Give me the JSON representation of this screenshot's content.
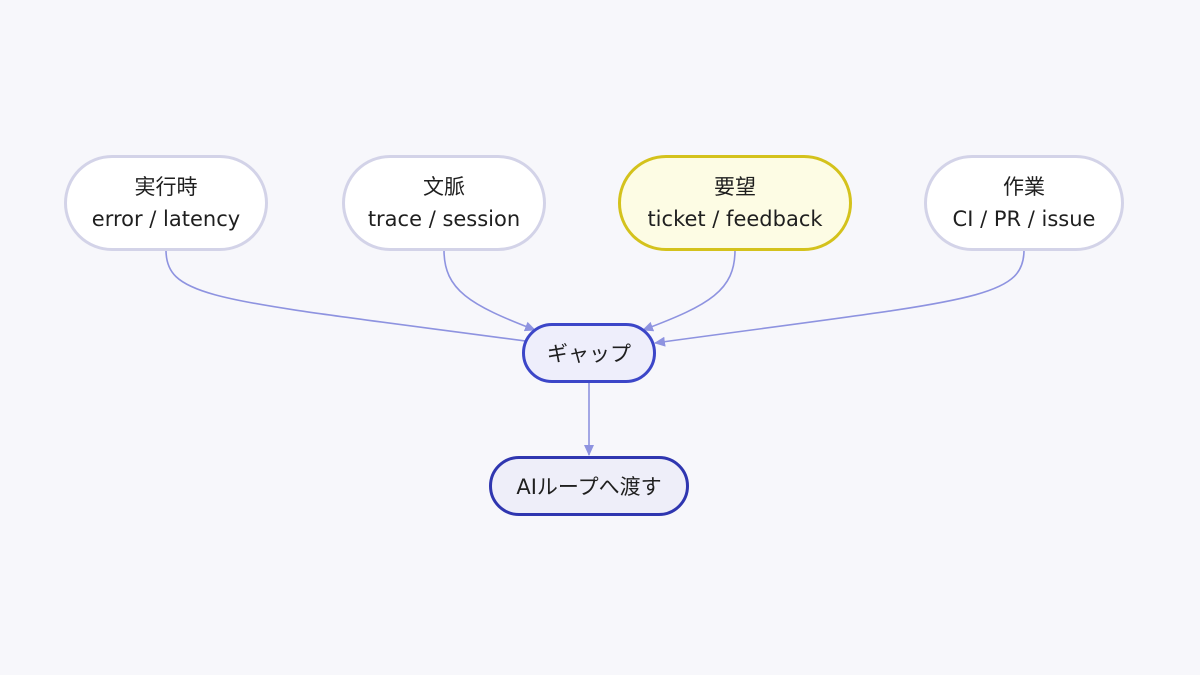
{
  "diagram": {
    "sources": [
      {
        "title": "実行時",
        "detail": "error / latency"
      },
      {
        "title": "文脈",
        "detail": "trace / session"
      },
      {
        "title": "要望",
        "detail": "ticket / feedback"
      },
      {
        "title": "作業",
        "detail": "CI / PR / issue"
      }
    ],
    "gap": {
      "label": "ギャップ"
    },
    "output": {
      "label": "AIループへ渡す"
    }
  },
  "colors": {
    "background": "#f7f7fb",
    "edge": "#8e93e0",
    "node_border": "#d3d3e8",
    "highlight_fill": "#fdfce4",
    "highlight_border": "#d4c21c",
    "gap_border": "#3c46c8",
    "output_border": "#2f36b0"
  }
}
